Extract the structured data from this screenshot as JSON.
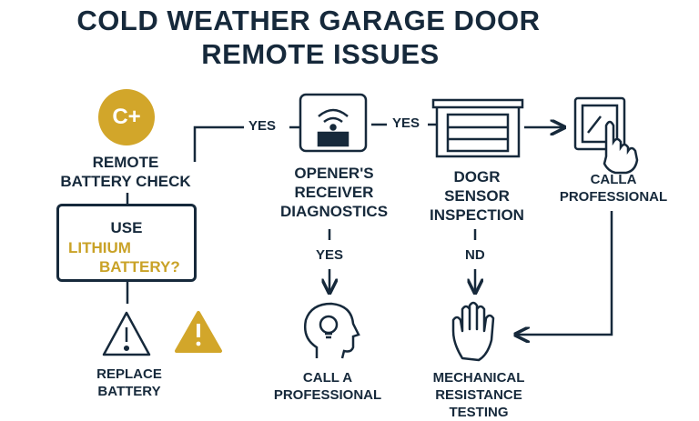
{
  "title": {
    "line1": "COLD WEATHER GARAGE DOOR",
    "line2": "REMOTE ISSUES"
  },
  "nodes": {
    "battery_check": {
      "badge": "C+",
      "line1": "REMOTE",
      "line2": "BATTERY CHECK"
    },
    "question": {
      "line1": "USE",
      "line2": "LITHIUM",
      "line3": "BATTERY?"
    },
    "replace": {
      "line1": "REPLACE",
      "line2": "BATTERY"
    },
    "receiver": {
      "line1": "OPENER'S",
      "line2": "RECEIVER",
      "line3": "DIAGNOSTICS"
    },
    "sensor": {
      "line1": "DOGR",
      "line2": "SENSOR",
      "line3": "INSPECTION"
    },
    "call_top": {
      "line1": "CALLA",
      "line2": "PROFESSIONAL"
    },
    "call_bottom": {
      "line1": "CALL A",
      "line2": "PROFESSIONAL"
    },
    "mechanical": {
      "line1": "MECHANICAL",
      "line2": "RESISTANCE",
      "line3": "TESTING"
    }
  },
  "edges": {
    "battery_to_receiver": "YES",
    "receiver_to_sensor": "YES",
    "receiver_down": "YES",
    "sensor_down": "ND"
  },
  "colors": {
    "navy": "#16293b",
    "gold": "#d2a62a"
  },
  "icons": [
    "battery-badge-icon",
    "wifi-receiver-icon",
    "garage-door-icon",
    "tap-hand-icon",
    "warning-outline-icon",
    "warning-filled-icon",
    "head-lightbulb-icon",
    "raised-hand-icon"
  ]
}
